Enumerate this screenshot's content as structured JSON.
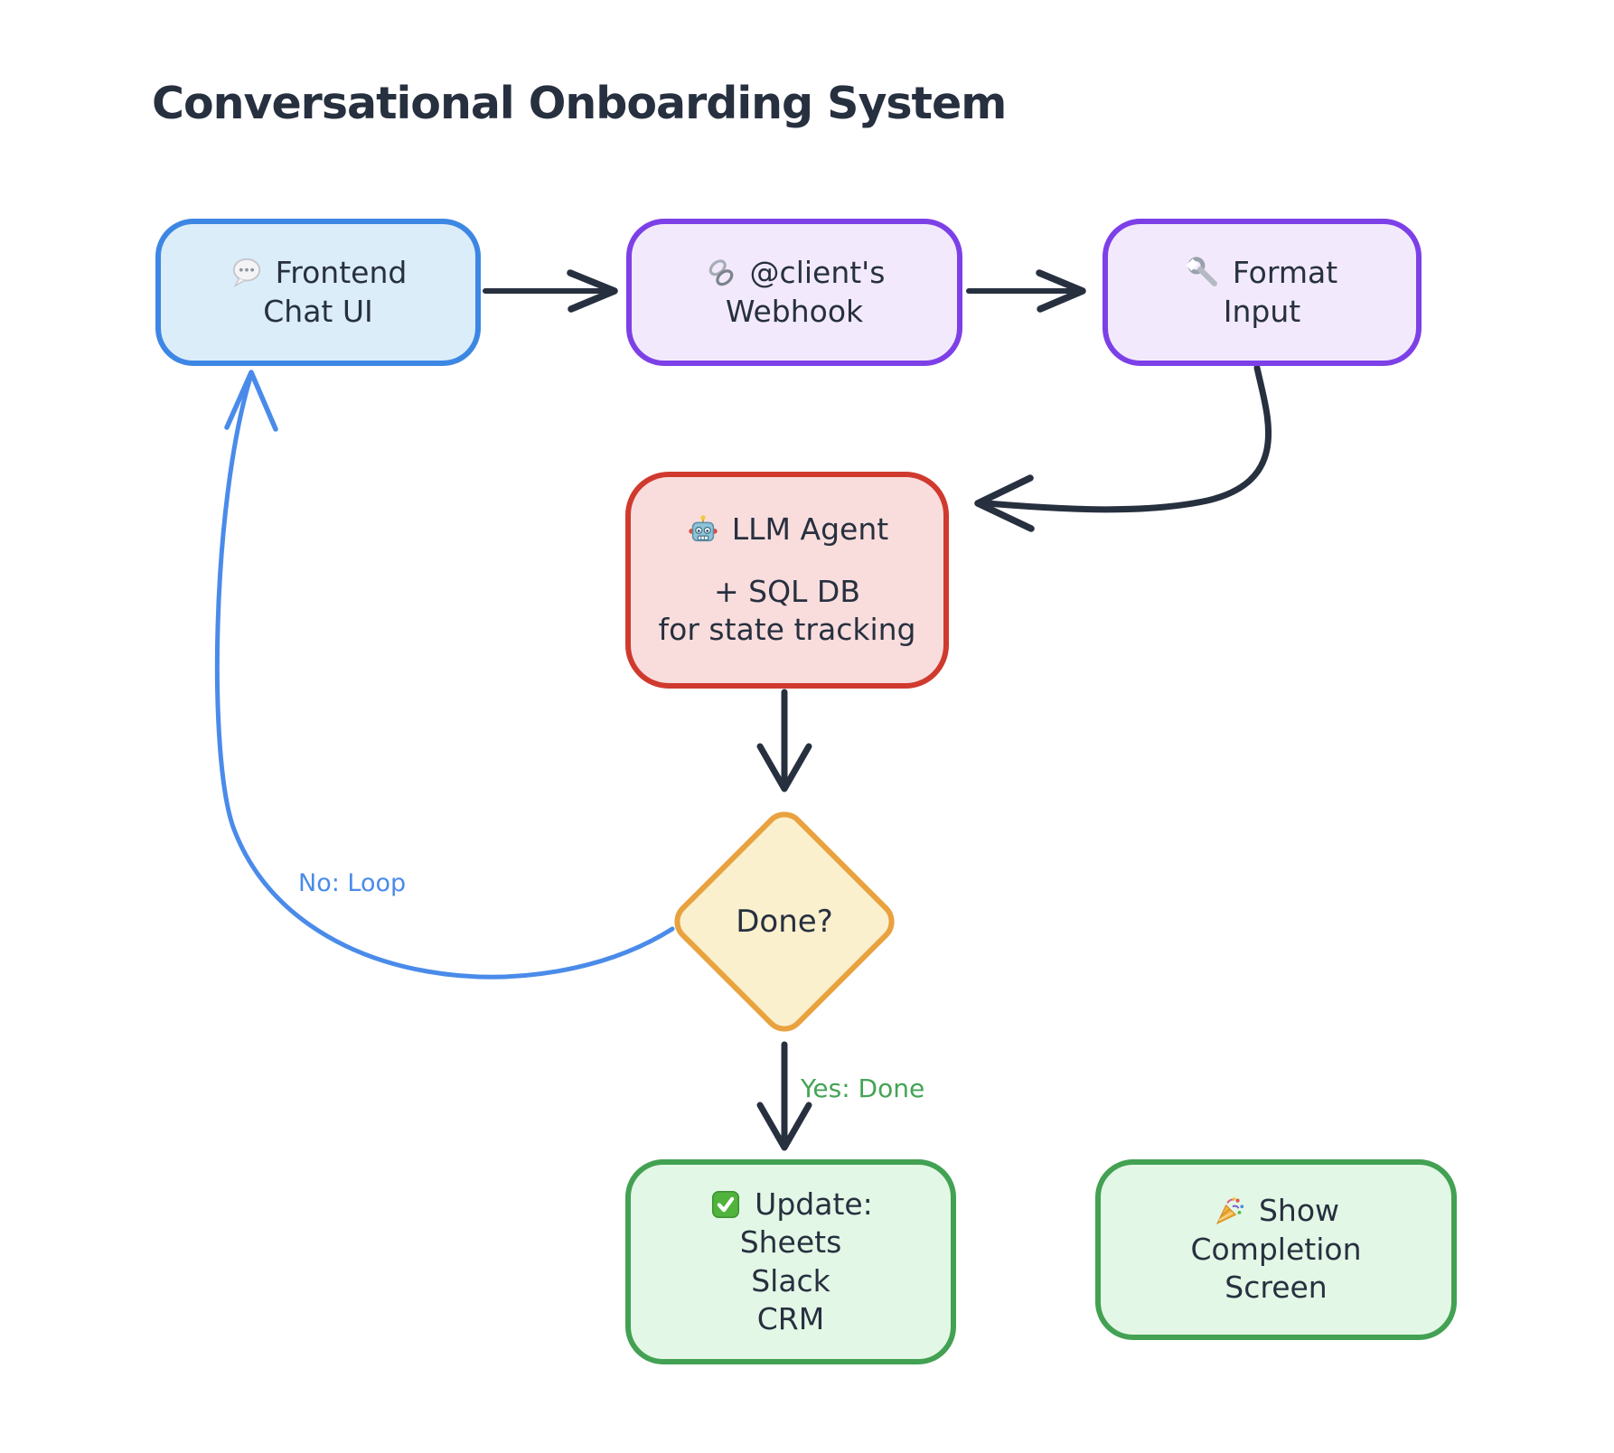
{
  "title": "Conversational Onboarding System",
  "nodes": {
    "frontend": {
      "icon": "speech-balloon-icon",
      "icon_glyph": "💬",
      "line1": "Frontend",
      "line2": "Chat UI"
    },
    "webhook": {
      "icon": "link-icon",
      "icon_glyph": "🔗",
      "line1": "@client's",
      "line2": "Webhook"
    },
    "format": {
      "icon": "wrench-icon",
      "icon_glyph": "🔧",
      "line1": "Format",
      "line2": "Input"
    },
    "llm": {
      "icon": "robot-icon",
      "icon_glyph": "🤖",
      "line1": "LLM Agent",
      "line2": "+ SQL DB",
      "line3": "for state tracking"
    },
    "decision": {
      "label": "Done?"
    },
    "update": {
      "icon": "check-mark-icon",
      "icon_glyph": "✅",
      "line1": "Update:",
      "line2": "Sheets",
      "line3": "Slack",
      "line4": "CRM"
    },
    "completion": {
      "icon": "party-popper-icon",
      "icon_glyph": "🎉",
      "line1": "Show",
      "line2": "Completion",
      "line3": "Screen"
    }
  },
  "edge_labels": {
    "no": "No: Loop",
    "yes": "Yes: Done"
  },
  "colors": {
    "background": "#ffffff",
    "text": "#27303f",
    "edge": "#27303f",
    "loop_edge": "#4a8bea",
    "loop_label_text": "#4a8bea",
    "yes_label_text": "#44a455",
    "frontend_border": "#3d87e4",
    "frontend_fill": "#dcedfa",
    "webhook_border": "#7d40e7",
    "webhook_fill": "#f2eafc",
    "format_border": "#7d40e7",
    "format_fill": "#f2eafc",
    "llm_border": "#d03a2e",
    "llm_fill": "#f9dddd",
    "decision_border": "#e9a23f",
    "decision_fill": "#faf0cd",
    "green_border": "#42a153",
    "green_fill": "#e3f7e6"
  }
}
